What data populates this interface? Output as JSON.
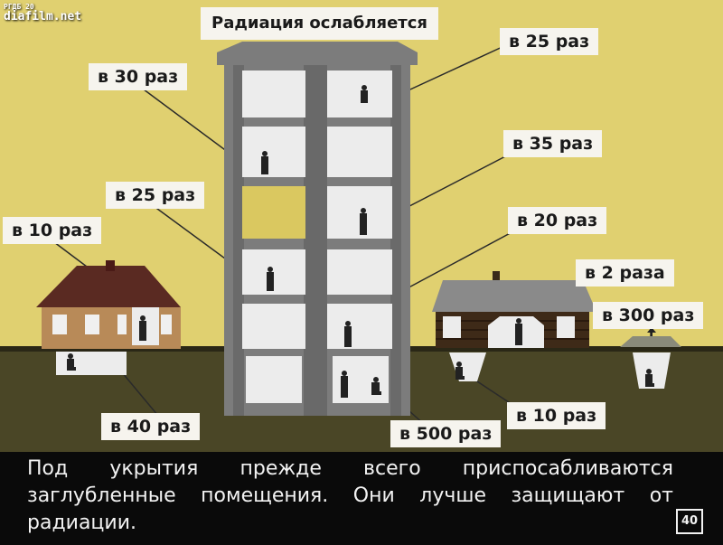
{
  "title": "Радиация ослабляется",
  "watermark": {
    "site": "diafilm.net",
    "small": "РГДБ 20"
  },
  "labels": {
    "tower_top": "в 25 раз",
    "tower_upper_left": "в 30 раз",
    "tower_mid_right": "в 35 раз",
    "tower_mid_left": "в 25 раз",
    "tower_lower_right": "в 20 раз",
    "house_brick": "в 10 раз",
    "wooden_house": "в 2 раза",
    "dugout": "в 300 раз",
    "brick_cellar": "в 40 раз",
    "tower_basement": "в 500 раз",
    "wooden_cellar": "в 10 раз"
  },
  "caption": "Под укрытия прежде всего приспосабливаются заглубленные помещения. Они лучше защищают от радиации.",
  "page_number": "40",
  "colors": {
    "sky": "#e0d070",
    "ground": "#4a4626",
    "building": "#7c7c7c",
    "window": "#ececec",
    "caption_bg": "#0a0a0a"
  }
}
